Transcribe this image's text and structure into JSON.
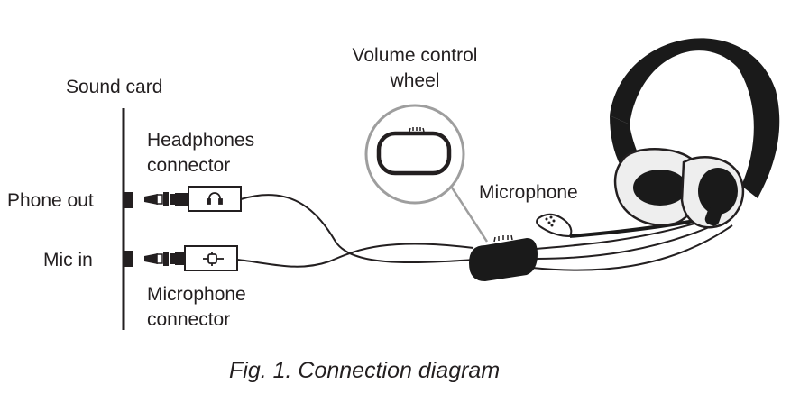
{
  "labels": {
    "sound_card": "Sound card",
    "volume_control": [
      "Volume control",
      "wheel"
    ],
    "headphones_connector": [
      "Headphones",
      "connector"
    ],
    "microphone": "Microphone",
    "phone_out": "Phone out",
    "mic_in": "Mic in",
    "microphone_connector": [
      "Microphone",
      "connector"
    ]
  },
  "caption": "Fig. 1. Connection diagram",
  "colors": {
    "ink": "#231f20",
    "headband": "#1a1a1a",
    "cushion": "#eeeeee",
    "magnifier": "#9e9e9e"
  }
}
